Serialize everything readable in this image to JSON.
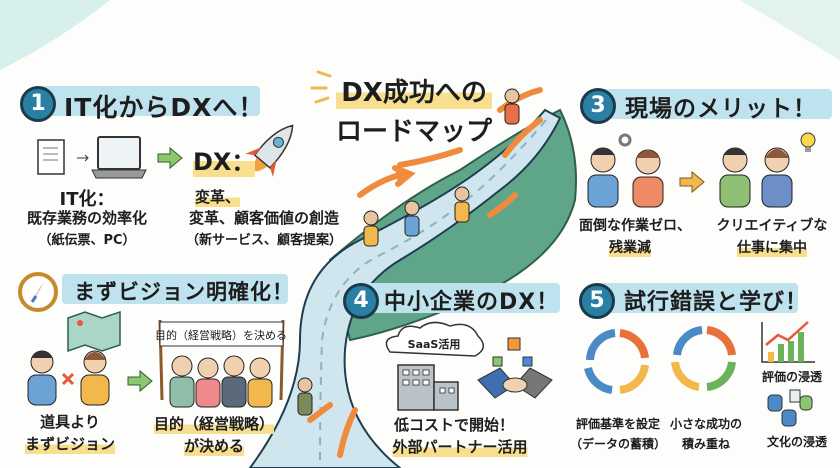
{
  "title": {
    "line1": "DX成功への",
    "line2": "ロードマップ"
  },
  "section1": {
    "number": "1",
    "heading": "IT化からDXへ！",
    "it_label": "IT化：",
    "it_desc": "既存業務の効率化",
    "it_example": "（紙伝票、PC）",
    "dx_label": "DX：",
    "dx_short": "変革、",
    "dx_desc": "変革、顧客価値の創造",
    "dx_example": "（新サービス、顧客提案）"
  },
  "section2": {
    "heading": "まずビジョン明確化！",
    "banner": "目的（経営戦略）を決める",
    "left_line1": "道具より",
    "left_line2": "まずビジョン",
    "right_line1": "目的（経営戦略）",
    "right_line2": "が決める"
  },
  "section3": {
    "number": "3",
    "heading": "現場のメリット！",
    "left_line1": "面倒な作業ゼロ、",
    "left_line2": "残業減",
    "right_line1": "クリエイティブな",
    "right_line2": "仕事に集中"
  },
  "section4": {
    "number": "4",
    "heading": "中小企業のDX！",
    "cloud_label": "SaaS活用",
    "line1": "低コストで開始！",
    "line2": "外部パートナー活用"
  },
  "section5": {
    "number": "5",
    "heading": "試行錯誤と学び！",
    "cycle1_line1": "評価基準を設定",
    "cycle1_line2": "（データの蓄積）",
    "cycle2_line1": "小さな成功の",
    "cycle2_line2": "積み重ね",
    "chart_label": "評価の浸透",
    "data_label": "文化の浸透"
  },
  "colors": {
    "accent_blue": "#2a7fa5",
    "band": "#bfe3ee",
    "highlight": "#f8df8f",
    "road": "#cfe6ee",
    "hill": "#5fa58a",
    "arrow": "#f08a3c"
  }
}
